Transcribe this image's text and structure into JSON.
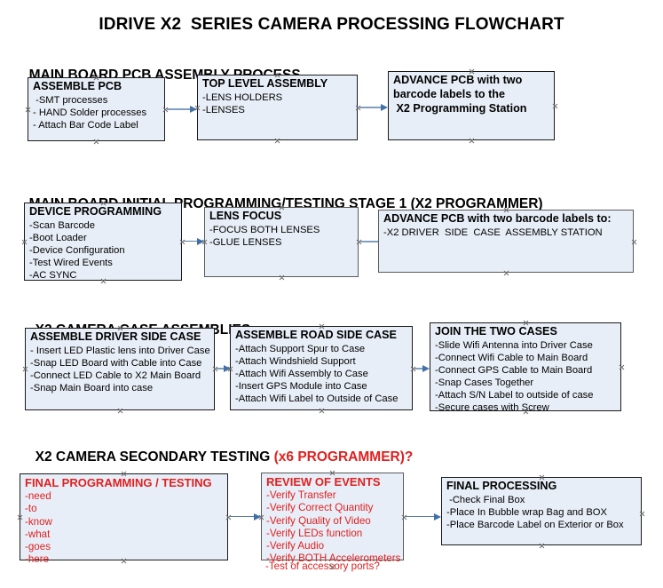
{
  "title": "IDRIVE X2  SERIES CAMERA PROCESSING FLOWCHART",
  "colors": {
    "box_fill": "#e8eef7",
    "box_border": "#1a1a1a",
    "arrow": "#7f9fc0",
    "arrow_head": "#4472a8",
    "red_text": "#e02020",
    "background": "#ffffff"
  },
  "sections": [
    {
      "heading": "MAIN BOARD PCB ASSEMBLY PROCESS",
      "heading_suffix": "",
      "nodes": [
        {
          "title": "ASSEMBLE PCB",
          "lines": [
            " -SMT processes",
            "- HAND Solder processes",
            "- Attach Bar Code Label"
          ]
        },
        {
          "title": "TOP LEVEL ASSEMBLY",
          "lines": [
            "-LENS HOLDERS",
            "-LENSES"
          ]
        },
        {
          "title": "ADVANCE PCB with two",
          "lines": [
            "barcode labels to the",
            " X2 Programming Station"
          ]
        }
      ]
    },
    {
      "heading": "MAIN BOARD INITIAL PROGRAMMING/TESTING STAGE 1 (X2 PROGRAMMER)",
      "heading_suffix": "",
      "nodes": [
        {
          "title": "DEVICE PROGRAMMING",
          "lines": [
            "-Scan Barcode",
            "-Boot Loader",
            "-Device Configuration",
            "-Test Wired Events",
            "-AC SYNC"
          ]
        },
        {
          "title": "LENS FOCUS",
          "lines": [
            "-FOCUS BOTH LENSES",
            "-GLUE LENSES"
          ]
        },
        {
          "title": "ADVANCE PCB with two barcode labels to:",
          "lines": [
            "-X2 DRIVER  SIDE  CASE  ASSEMBLY STATION"
          ]
        }
      ]
    },
    {
      "heading": "X2 CAMERA CASE ASSEMBLIES",
      "heading_suffix": "",
      "nodes": [
        {
          "title": "ASSEMBLE DRIVER SIDE CASE",
          "lines": [
            "- Insert LED Plastic lens into Driver Case",
            "-Snap LED Board with Cable into Case",
            "-Connect LED Cable to X2 Main Board",
            "-Snap Main Board into case"
          ]
        },
        {
          "title": "ASSEMBLE ROAD SIDE CASE",
          "lines": [
            "-Attach Support Spur to Case",
            "-Attach Windshield Support",
            "-Attach Wifi Assembly to Case",
            "-Insert GPS Module into Case",
            "-Attach Wifi Label to Outside of Case"
          ]
        },
        {
          "title": "JOIN THE TWO CASES",
          "lines": [
            "-Slide Wifi Antenna into Driver Case",
            "-Connect Wifi Cable to Main Board",
            "-Connect GPS Cable to Main Board",
            "-Snap Cases Together",
            "-Attach S/N Label to outside of case",
            "-Secure cases with Screw"
          ]
        }
      ]
    },
    {
      "heading": "X2 CAMERA SECONDARY TESTING ",
      "heading_suffix": "(x6 PROGRAMMER)?",
      "nodes": [
        {
          "title": "FINAL PROGRAMMING / TESTING",
          "lines": [
            "-need",
            "-to",
            "-know",
            "-what",
            "-goes",
            "-here"
          ]
        },
        {
          "title": "REVIEW OF EVENTS",
          "lines": [
            "-Verify Transfer",
            "-Verify Correct Quantity",
            "-Verify Quality of Video",
            "-Verify LEDs function",
            "-Verify Audio",
            "-Verify BOTH Accelerometers"
          ],
          "overflow_line": "-Test of accessory ports?"
        },
        {
          "title": "FINAL PROCESSING",
          "lines": [
            " -Check Final Box",
            "-Place In Bubble wrap Bag and BOX",
            "-Place Barcode Label on Exterior or Box"
          ]
        }
      ]
    }
  ]
}
